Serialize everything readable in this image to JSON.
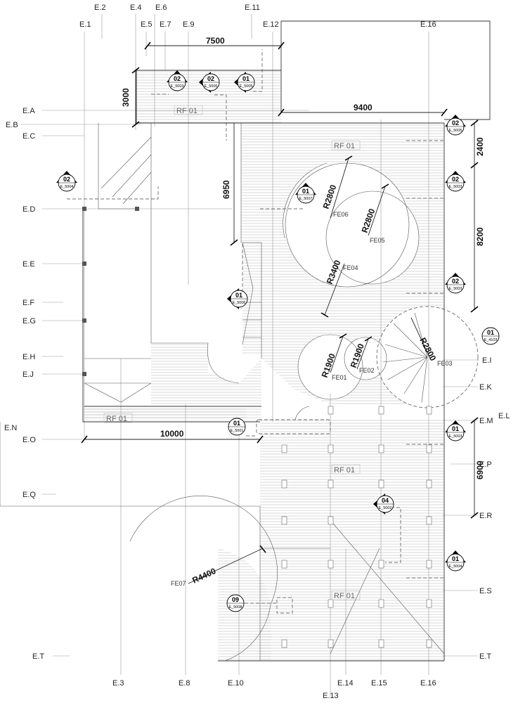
{
  "grid": {
    "columns": [
      {
        "id": "c-e1",
        "label": "E.1"
      },
      {
        "id": "c-e2",
        "label": "E.2"
      },
      {
        "id": "c-e3",
        "label": "E.3"
      },
      {
        "id": "c-e4",
        "label": "E.4"
      },
      {
        "id": "c-e5",
        "label": "E.5"
      },
      {
        "id": "c-e6",
        "label": "E.6"
      },
      {
        "id": "c-e7",
        "label": "E.7"
      },
      {
        "id": "c-e8",
        "label": "E.8"
      },
      {
        "id": "c-e9",
        "label": "E.9"
      },
      {
        "id": "c-e10",
        "label": "E.10"
      },
      {
        "id": "c-e11",
        "label": "E.11"
      },
      {
        "id": "c-e12",
        "label": "E.12"
      },
      {
        "id": "c-e13",
        "label": "E.13"
      },
      {
        "id": "c-e14",
        "label": "E.14"
      },
      {
        "id": "c-e15",
        "label": "E.15"
      },
      {
        "id": "c-e16t",
        "label": "E.16"
      },
      {
        "id": "c-e16b",
        "label": "E.16"
      }
    ],
    "rows": [
      {
        "id": "r-ea",
        "label": "E.A"
      },
      {
        "id": "r-eb",
        "label": "E.B"
      },
      {
        "id": "r-ec",
        "label": "E.C"
      },
      {
        "id": "r-ed",
        "label": "E.D"
      },
      {
        "id": "r-ee",
        "label": "E.E"
      },
      {
        "id": "r-ef",
        "label": "E.F"
      },
      {
        "id": "r-eg",
        "label": "E.G"
      },
      {
        "id": "r-eh",
        "label": "E.H"
      },
      {
        "id": "r-ej",
        "label": "E.J"
      },
      {
        "id": "r-en",
        "label": "E.N"
      },
      {
        "id": "r-eo",
        "label": "E.O"
      },
      {
        "id": "r-eq",
        "label": "E.Q"
      },
      {
        "id": "r-et-l",
        "label": "E.T"
      },
      {
        "id": "r-ei",
        "label": "E.I"
      },
      {
        "id": "r-ek",
        "label": "E.K"
      },
      {
        "id": "r-em",
        "label": "E.M"
      },
      {
        "id": "r-el",
        "label": "E.L"
      },
      {
        "id": "r-ep",
        "label": "E.P"
      },
      {
        "id": "r-er",
        "label": "E.R"
      },
      {
        "id": "r-es",
        "label": "E.S"
      },
      {
        "id": "r-et-r",
        "label": "E.T"
      }
    ]
  },
  "dimensions": [
    {
      "id": "dim-7500",
      "text": "7500"
    },
    {
      "id": "dim-3000",
      "text": "3000"
    },
    {
      "id": "dim-9400",
      "text": "9400"
    },
    {
      "id": "dim-2400",
      "text": "2400"
    },
    {
      "id": "dim-6950",
      "text": "6950"
    },
    {
      "id": "dim-8200",
      "text": "8200"
    },
    {
      "id": "dim-10000",
      "text": "10000"
    },
    {
      "id": "dim-6900",
      "text": "6900"
    }
  ],
  "radii": [
    {
      "id": "rad-fe06",
      "text": "R2800"
    },
    {
      "id": "rad-fe05",
      "text": "R2800"
    },
    {
      "id": "rad-fe04",
      "text": "R3400"
    },
    {
      "id": "rad-fe03",
      "text": "R2800"
    },
    {
      "id": "rad-fe01",
      "text": "R1900"
    },
    {
      "id": "rad-fe02",
      "text": "R1900"
    },
    {
      "id": "rad-fe07",
      "text": "R4400"
    }
  ],
  "features": [
    {
      "id": "fe06",
      "text": "FE06"
    },
    {
      "id": "fe05",
      "text": "FE05"
    },
    {
      "id": "fe04",
      "text": "FE04"
    },
    {
      "id": "fe03",
      "text": "FE03"
    },
    {
      "id": "fe01",
      "text": "FE01"
    },
    {
      "id": "fe02",
      "text": "FE02"
    },
    {
      "id": "fe07",
      "text": "FE07"
    }
  ],
  "roof_labels": [
    {
      "id": "rf-1",
      "text": "RF 01"
    },
    {
      "id": "rf-2",
      "text": "RF 01"
    },
    {
      "id": "rf-3",
      "text": "RF 01"
    },
    {
      "id": "rf-4",
      "text": "RF 01"
    },
    {
      "id": "rf-5",
      "text": "RF 01"
    }
  ],
  "section_tags": [
    {
      "id": "t1",
      "num": "02",
      "ref": "E_5003"
    },
    {
      "id": "t2",
      "num": "02",
      "ref": "E_5006"
    },
    {
      "id": "t3",
      "num": "01",
      "ref": "E_5005"
    },
    {
      "id": "t4",
      "num": "02",
      "ref": "E_5005"
    },
    {
      "id": "t5",
      "num": "02",
      "ref": "E_5004"
    },
    {
      "id": "t6",
      "num": "01",
      "ref": "E_5007"
    },
    {
      "id": "t7",
      "num": "02",
      "ref": "E_5003"
    },
    {
      "id": "t8",
      "num": "02",
      "ref": "E_5003"
    },
    {
      "id": "t9",
      "num": "01",
      "ref": "E_5006"
    },
    {
      "id": "t10",
      "num": "01",
      "ref": "E_4103"
    },
    {
      "id": "t11",
      "num": "01",
      "ref": "E_5001"
    },
    {
      "id": "t12",
      "num": "01",
      "ref": "E_5003"
    },
    {
      "id": "t13",
      "num": "04",
      "ref": "E_5002"
    },
    {
      "id": "t14",
      "num": "01",
      "ref": "E_5004"
    },
    {
      "id": "t15",
      "num": "09",
      "ref": "E_5008"
    }
  ]
}
